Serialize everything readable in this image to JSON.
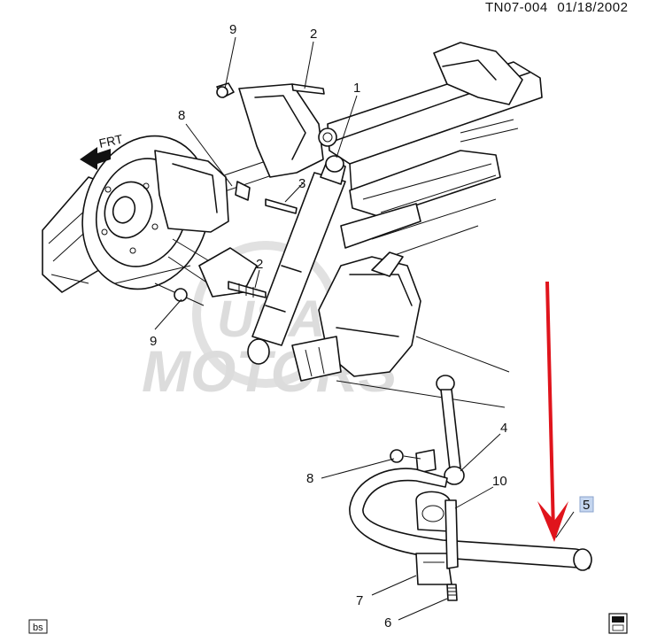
{
  "diagram_code": "TN07-004",
  "diagram_date": "01/18/2002",
  "direction_label": "FRT",
  "watermark_text": [
    "USA",
    "MOTORS"
  ],
  "callouts": [
    {
      "id": "c1",
      "label": "1"
    },
    {
      "id": "c2a",
      "label": "2"
    },
    {
      "id": "c2b",
      "label": "2"
    },
    {
      "id": "c3",
      "label": "3"
    },
    {
      "id": "c4",
      "label": "4"
    },
    {
      "id": "c5",
      "label": "5",
      "highlighted": true
    },
    {
      "id": "c6",
      "label": "6"
    },
    {
      "id": "c7",
      "label": "7"
    },
    {
      "id": "c8a",
      "label": "8"
    },
    {
      "id": "c8b",
      "label": "8"
    },
    {
      "id": "c9a",
      "label": "9"
    },
    {
      "id": "c9b",
      "label": "9"
    },
    {
      "id": "c10",
      "label": "10"
    }
  ],
  "corner_badge": "bs",
  "colors": {
    "arrow": "#e0141c",
    "highlight": "#c5d6ef",
    "line": "#111111"
  }
}
